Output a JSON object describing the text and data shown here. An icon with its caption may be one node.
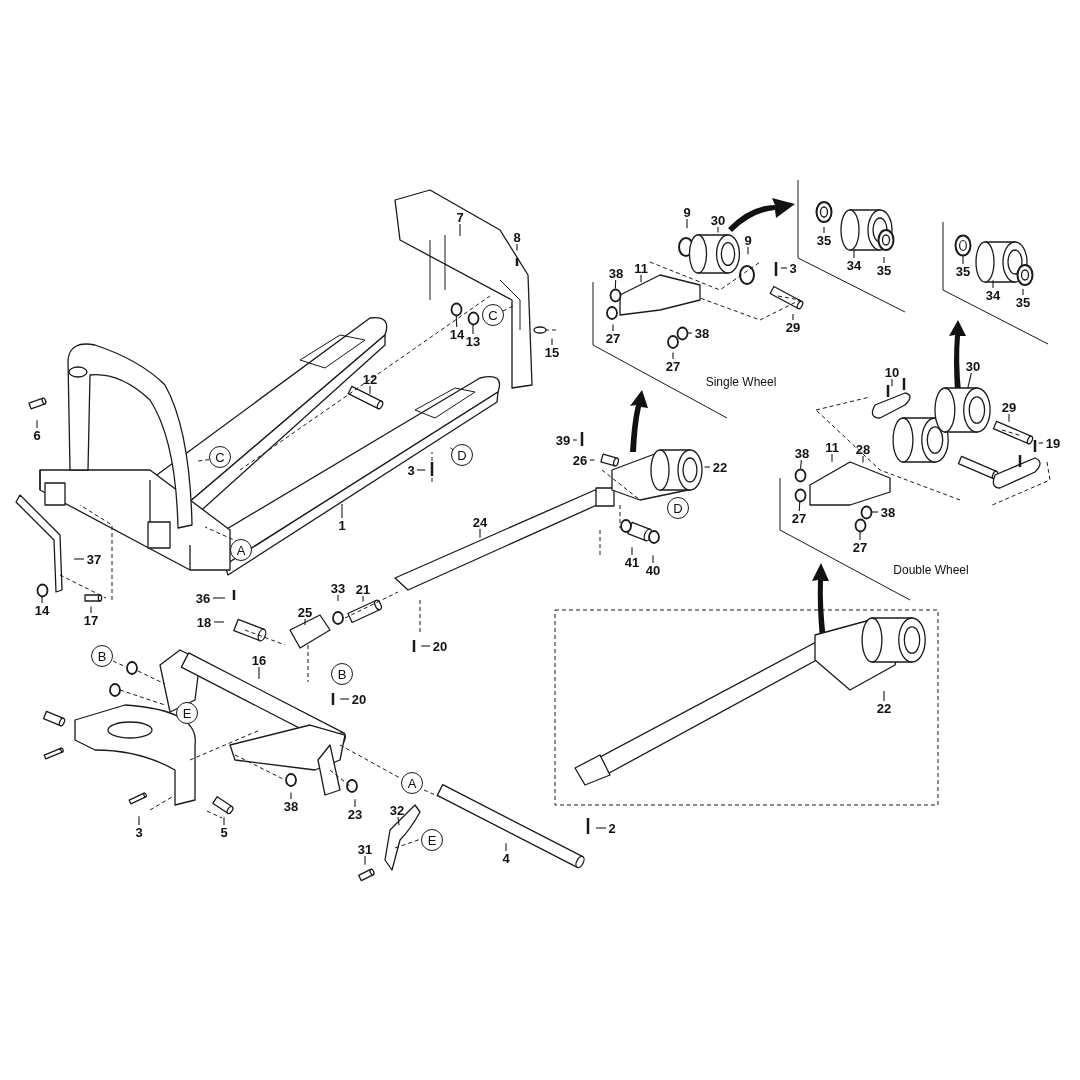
{
  "diagram": {
    "nodes": [
      {
        "text": [
          "9"
        ]
      },
      {
        "text": [
          "7"
        ]
      },
      {
        "text": [
          "30"
        ]
      },
      {
        "text": [
          "8"
        ]
      },
      {
        "text": [
          "35"
        ]
      },
      {
        "text": [
          "9"
        ]
      },
      {
        "text": [
          "34"
        ]
      },
      {
        "text": [
          "3"
        ]
      },
      {
        "text": [
          "11"
        ]
      },
      {
        "text": [
          "35"
        ]
      },
      {
        "text": [
          "35"
        ]
      },
      {
        "text": [
          "38"
        ]
      },
      {
        "text": [
          "34"
        ]
      },
      {
        "text": [
          "35"
        ]
      },
      {
        "text": [
          "C"
        ]
      },
      {
        "text": [
          "29"
        ]
      },
      {
        "text": [
          "38"
        ]
      },
      {
        "text": [
          "14"
        ]
      },
      {
        "text": [
          "27"
        ]
      },
      {
        "text": [
          "13"
        ]
      },
      {
        "text": [
          "15"
        ]
      },
      {
        "text": [
          "27"
        ]
      },
      {
        "text": [
          "10"
        ]
      },
      {
        "text": [
          "30"
        ]
      },
      {
        "text": [
          "12"
        ]
      },
      {
        "text": [
          "29"
        ]
      },
      {
        "text": [
          "6"
        ]
      },
      {
        "text": [
          "39"
        ]
      },
      {
        "text": [
          "19"
        ]
      },
      {
        "text": [
          "11"
        ]
      },
      {
        "text": [
          "28"
        ]
      },
      {
        "text": [
          "38"
        ]
      },
      {
        "text": [
          "D"
        ]
      },
      {
        "text": [
          "C"
        ]
      },
      {
        "text": [
          "26"
        ]
      },
      {
        "text": [
          "22"
        ]
      },
      {
        "text": [
          "3"
        ]
      },
      {
        "text": [
          "D"
        ]
      },
      {
        "text": [
          "38"
        ]
      },
      {
        "text": [
          "27"
        ]
      },
      {
        "text": [
          "24"
        ]
      },
      {
        "text": [
          "1"
        ]
      },
      {
        "text": [
          "27"
        ]
      },
      {
        "text": [
          "A"
        ]
      },
      {
        "text": [
          "37"
        ]
      },
      {
        "text": [
          "41"
        ]
      },
      {
        "text": [
          "40"
        ]
      },
      {
        "text": [
          "33"
        ]
      },
      {
        "text": [
          "21"
        ]
      },
      {
        "text": [
          "36"
        ]
      },
      {
        "text": [
          "14"
        ]
      },
      {
        "text": [
          "25"
        ]
      },
      {
        "text": [
          "17"
        ]
      },
      {
        "text": [
          "18"
        ]
      },
      {
        "text": [
          "20"
        ]
      },
      {
        "text": [
          "B"
        ]
      },
      {
        "text": [
          "16"
        ]
      },
      {
        "text": [
          "B"
        ]
      },
      {
        "text": [
          "20"
        ]
      },
      {
        "text": [
          "22"
        ]
      },
      {
        "text": [
          "E"
        ]
      },
      {
        "text": [
          "A"
        ]
      },
      {
        "text": [
          "38"
        ]
      },
      {
        "text": [
          "32"
        ]
      },
      {
        "text": [
          "23"
        ]
      },
      {
        "text": [
          "2"
        ]
      },
      {
        "text": [
          "3"
        ]
      },
      {
        "text": [
          "5"
        ]
      },
      {
        "text": [
          "E"
        ]
      },
      {
        "text": [
          "31"
        ]
      },
      {
        "text": [
          "4"
        ]
      },
      {
        "text": [],
        "shape": "circle"
      },
      {
        "text": [],
        "shape": "circle"
      },
      {
        "text": [],
        "shape": "circle"
      },
      {
        "text": [],
        "shape": "circle"
      },
      {
        "text": [],
        "shape": "circle"
      },
      {
        "text": [],
        "shape": "cylinder"
      },
      {
        "text": [],
        "shape": "circle"
      },
      {
        "text": [],
        "shape": "circle"
      },
      {
        "text": [],
        "shape": "circle"
      },
      {
        "text": [],
        "shape": "circle"
      },
      {
        "text": [],
        "shape": "circle"
      }
    ],
    "edges": [
      {
        "from": 0,
        "to": null,
        "arrow": "none"
      },
      {
        "from": 1,
        "to": null,
        "arrow": "none"
      },
      {
        "from": 2,
        "to": null,
        "arrow": "none"
      },
      {
        "from": 3,
        "to": null,
        "arrow": "none"
      },
      {
        "from": 4,
        "to": null,
        "arrow": "none"
      },
      {
        "from": 5,
        "to": null,
        "arrow": "none"
      },
      {
        "from": 6,
        "to": null,
        "arrow": "none"
      },
      {
        "from": 7,
        "to": null,
        "arrow": "none"
      },
      {
        "from": 8,
        "to": null,
        "arrow": "none"
      },
      {
        "from": 9,
        "to": null,
        "arrow": "none"
      },
      {
        "from": 10,
        "to": 71,
        "arrow": "none"
      },
      {
        "from": 11,
        "to": 72,
        "arrow": "none"
      },
      {
        "from": 12,
        "to": null,
        "arrow": "none"
      },
      {
        "from": 13,
        "to": null,
        "arrow": "none"
      },
      {
        "from": 15,
        "to": null,
        "arrow": "none"
      },
      {
        "from": 16,
        "to": 73,
        "arrow": "none"
      },
      {
        "from": 17,
        "to": 74,
        "arrow": "none"
      },
      {
        "from": 18,
        "to": null,
        "arrow": "none"
      },
      {
        "from": 19,
        "to": 75,
        "arrow": "none"
      },
      {
        "from": 20,
        "to": null,
        "arrow": "none"
      },
      {
        "from": 21,
        "to": null,
        "arrow": "none"
      },
      {
        "from": 22,
        "to": null,
        "arrow": "none"
      },
      {
        "from": 23,
        "to": 76,
        "arrow": "none"
      },
      {
        "from": 24,
        "to": null,
        "arrow": "none"
      },
      {
        "from": 25,
        "to": null,
        "arrow": "none"
      },
      {
        "from": 26,
        "to": null,
        "arrow": "none"
      },
      {
        "from": 27,
        "to": null,
        "arrow": "none"
      },
      {
        "from": 28,
        "to": null,
        "arrow": "none"
      },
      {
        "from": 29,
        "to": null,
        "arrow": "none"
      },
      {
        "from": 30,
        "to": null,
        "arrow": "none"
      },
      {
        "from": 31,
        "to": 77,
        "arrow": "none"
      },
      {
        "from": 34,
        "to": null,
        "arrow": "none"
      },
      {
        "from": 35,
        "to": null,
        "arrow": "none"
      },
      {
        "from": 36,
        "to": null,
        "arrow": "none"
      },
      {
        "from": 38,
        "to": 78,
        "arrow": "none"
      },
      {
        "from": 39,
        "to": 79,
        "arrow": "none"
      },
      {
        "from": 40,
        "to": null,
        "arrow": "none"
      },
      {
        "from": 41,
        "to": null,
        "arrow": "none"
      },
      {
        "from": 42,
        "to": 80,
        "arrow": "none"
      },
      {
        "from": 44,
        "to": null,
        "arrow": "none"
      },
      {
        "from": 45,
        "to": null,
        "arrow": "none"
      },
      {
        "from": 46,
        "to": null,
        "arrow": "none"
      },
      {
        "from": 47,
        "to": null,
        "arrow": "none"
      },
      {
        "from": 48,
        "to": null,
        "arrow": "none"
      },
      {
        "from": 49,
        "to": null,
        "arrow": "none"
      },
      {
        "from": 50,
        "to": 81,
        "arrow": "none"
      },
      {
        "from": 51,
        "to": null,
        "arrow": "none"
      },
      {
        "from": 52,
        "to": null,
        "arrow": "none"
      },
      {
        "from": 53,
        "to": null,
        "arrow": "none"
      },
      {
        "from": 54,
        "to": null,
        "arrow": "none"
      },
      {
        "from": 56,
        "to": null,
        "arrow": "none"
      },
      {
        "from": 58,
        "to": null,
        "arrow": "none"
      },
      {
        "from": 59,
        "to": null,
        "arrow": "none"
      },
      {
        "from": 62,
        "to": null,
        "arrow": "none"
      },
      {
        "from": 63,
        "to": null,
        "arrow": "none"
      },
      {
        "from": 64,
        "to": null,
        "arrow": "none"
      },
      {
        "from": 65,
        "to": null,
        "arrow": "none"
      },
      {
        "from": 66,
        "to": null,
        "arrow": "none"
      },
      {
        "from": 67,
        "to": null,
        "arrow": "none"
      },
      {
        "from": 69,
        "to": null,
        "arrow": "none"
      },
      {
        "from": 70,
        "to": null,
        "arrow": "none"
      }
    ],
    "labels": [
      "Single Wheel",
      "Double Wheel"
    ]
  }
}
